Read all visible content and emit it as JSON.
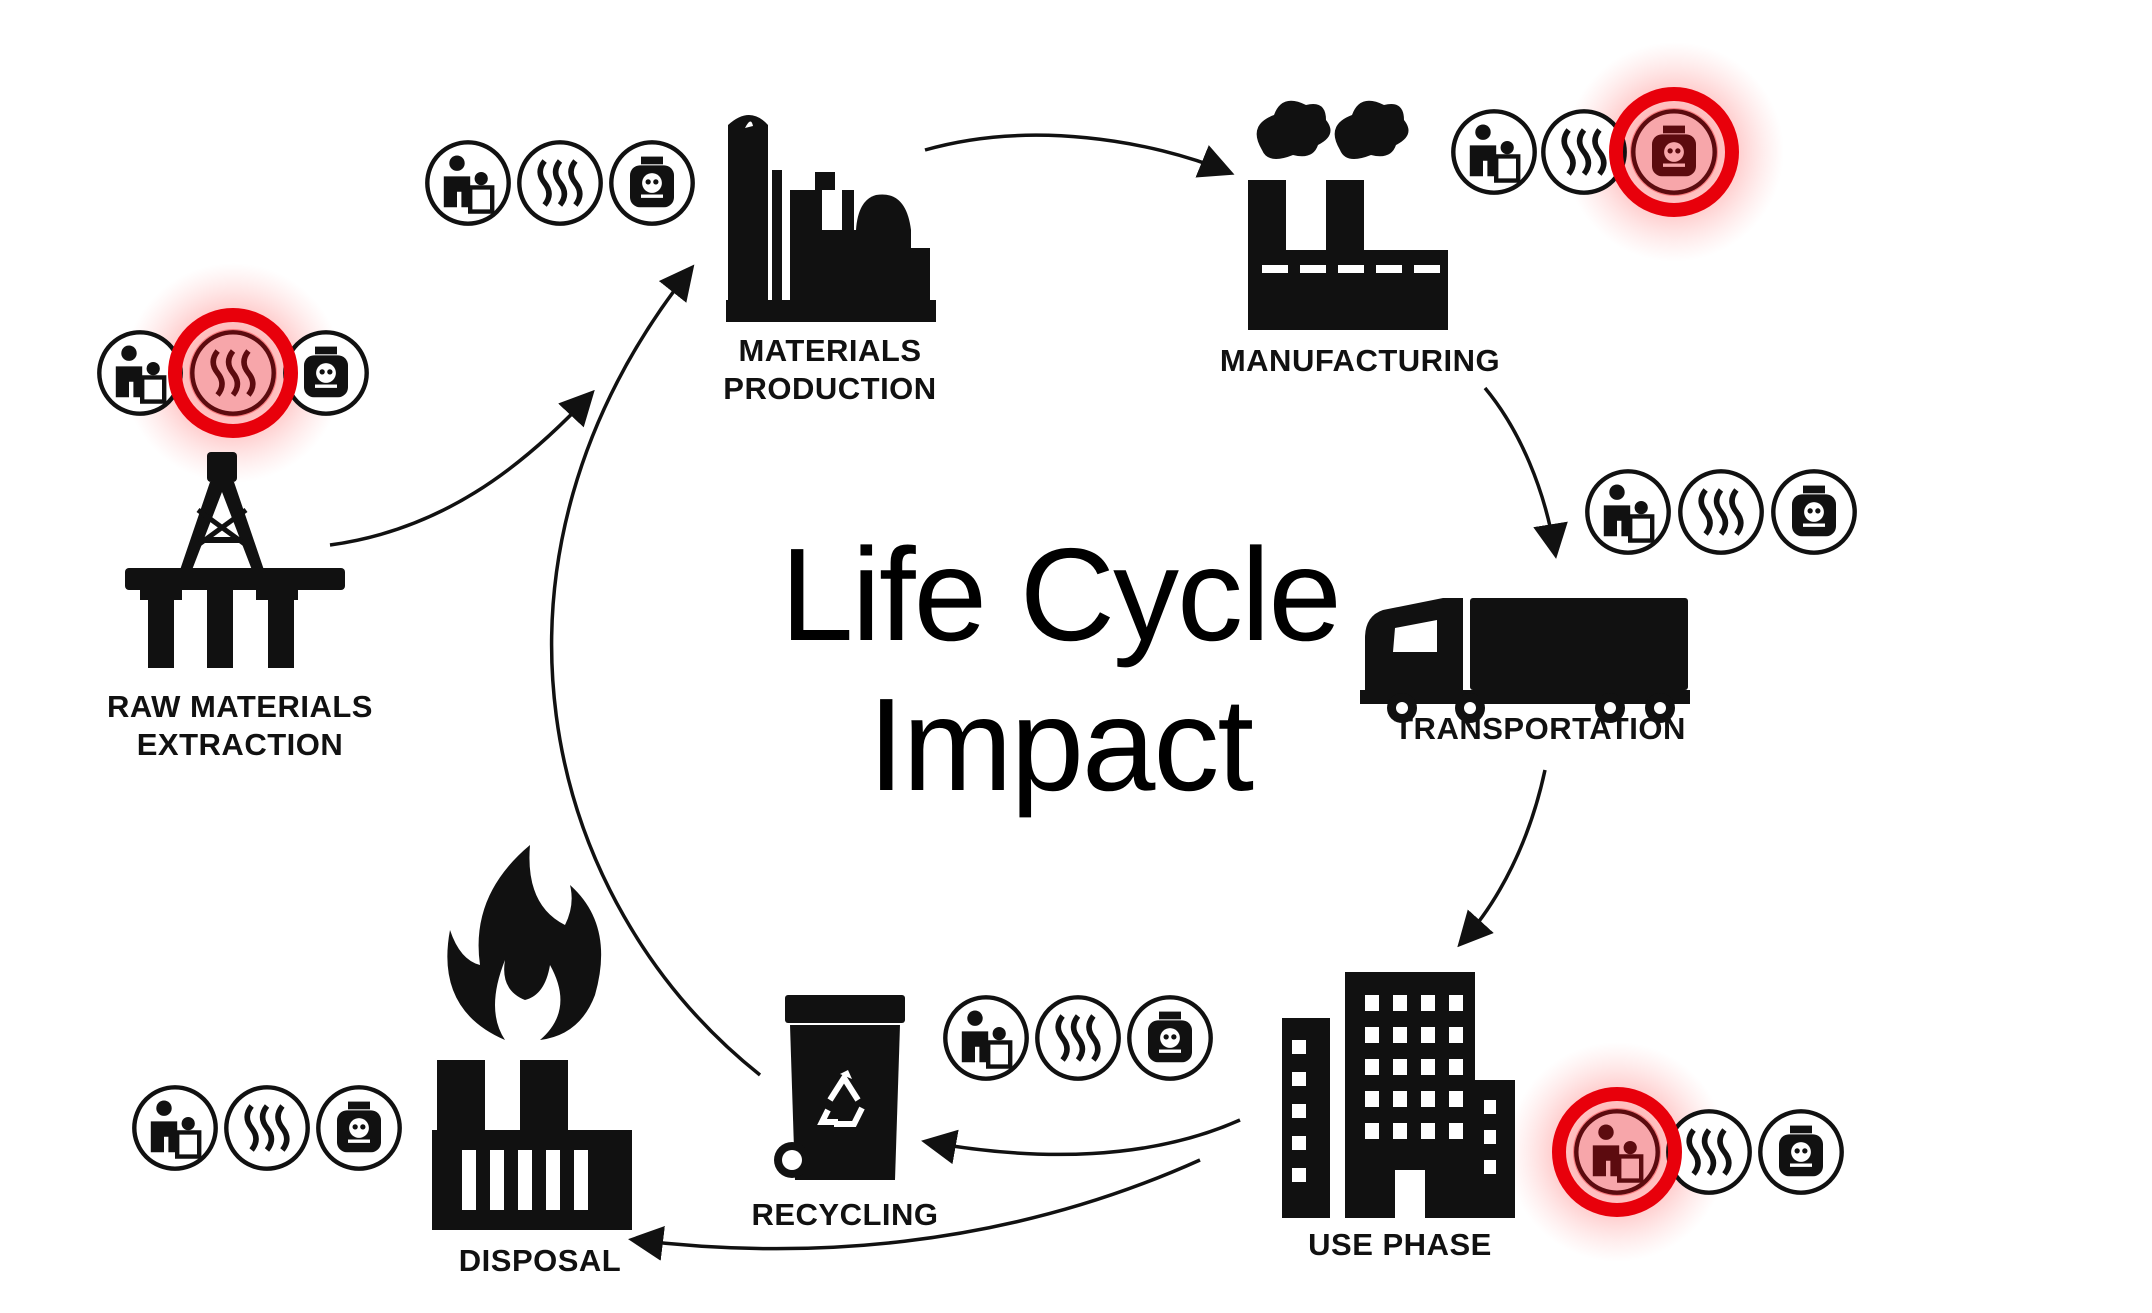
{
  "title": {
    "line1": "Life Cycle",
    "line2": "Impact"
  },
  "stages": [
    {
      "id": "raw",
      "label_l1": "RAW MATERIALS",
      "label_l2": "EXTRACTION",
      "highlighted_impact": "heat-icon"
    },
    {
      "id": "materials",
      "label_l1": "MATERIALS",
      "label_l2": "PRODUCTION",
      "highlighted_impact": ""
    },
    {
      "id": "manufacturing",
      "label_l1": "MANUFACTURING",
      "label_l2": "",
      "highlighted_impact": "toxic-icon"
    },
    {
      "id": "transportation",
      "label_l1": "TRANSPORTATION",
      "label_l2": "",
      "highlighted_impact": ""
    },
    {
      "id": "use",
      "label_l1": "USE PHASE",
      "label_l2": "",
      "highlighted_impact": "people-icon"
    },
    {
      "id": "recycling",
      "label_l1": "RECYCLING",
      "label_l2": "",
      "highlighted_impact": ""
    },
    {
      "id": "disposal",
      "label_l1": "DISPOSAL",
      "label_l2": "",
      "highlighted_impact": ""
    }
  ],
  "impact_icons": [
    "people-icon",
    "heat-icon",
    "toxic-icon"
  ],
  "colors": {
    "ink": "#111111",
    "highlight": "#e8000b",
    "glow": "#ff6b6b",
    "background": "#ffffff"
  }
}
